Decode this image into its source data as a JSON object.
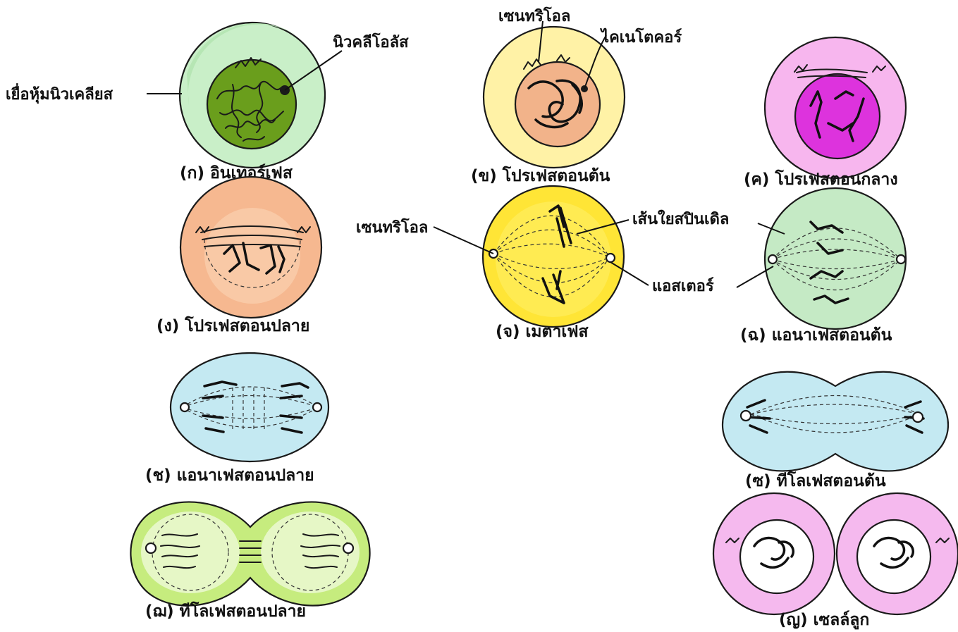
{
  "colors": {
    "interphase": "#c9efc8",
    "interphase_nucleus": "#6a9e1c",
    "prophase_early": "#fff2a6",
    "prophase_early_nucleus": "#f2b38a",
    "prophase_mid": "#f7b6ee",
    "prophase_mid_nucleus": "#dd33dd",
    "prophase_late": "#f6b890",
    "metaphase": "#ffe536",
    "anaphase_early": "#c5eac5",
    "anaphase_late": "#c4e9f2",
    "telophase_early": "#c4e9f2",
    "telophase_late": "#c6ec7e",
    "daughter_cells": "#f5b9ee",
    "outline": "#1a1a1a"
  },
  "stages": [
    {
      "key": "interphase",
      "caption": "(ก) อินเทอร์เฟส"
    },
    {
      "key": "prophase_early",
      "caption": "(ข) โปรเฟสตอนต้น"
    },
    {
      "key": "prophase_mid",
      "caption": "(ค) โปรเฟสตอนกลาง"
    },
    {
      "key": "prophase_late",
      "caption": "(ง) โปรเฟสตอนปลาย"
    },
    {
      "key": "metaphase",
      "caption": "(จ) เมตาเฟส"
    },
    {
      "key": "anaphase_early",
      "caption": "(ฉ) แอนาเฟสตอนต้น"
    },
    {
      "key": "anaphase_late",
      "caption": "(ช) แอนาเฟสตอนปลาย"
    },
    {
      "key": "telophase_early",
      "caption": "(ซ) ทีโลเฟสตอนต้น"
    },
    {
      "key": "telophase_late",
      "caption": "(ฌ) ทีโลเฟสตอนปลาย"
    },
    {
      "key": "daughter_cells",
      "caption": "(ญ) เซลล์ลูก"
    }
  ],
  "labels": {
    "nucleolus": "นิวคลีโอลัส",
    "nuclear_membrane": "เยื่อหุ้มนิวเคลียส",
    "centriole_top": "เซนทริโอล",
    "kinetochore": "ไคเนโตคอร์",
    "centriole_middle": "เซนทริโอล",
    "spindle_fiber": "เส้นใยสปินเดิล",
    "aster": "แอสเตอร์"
  }
}
